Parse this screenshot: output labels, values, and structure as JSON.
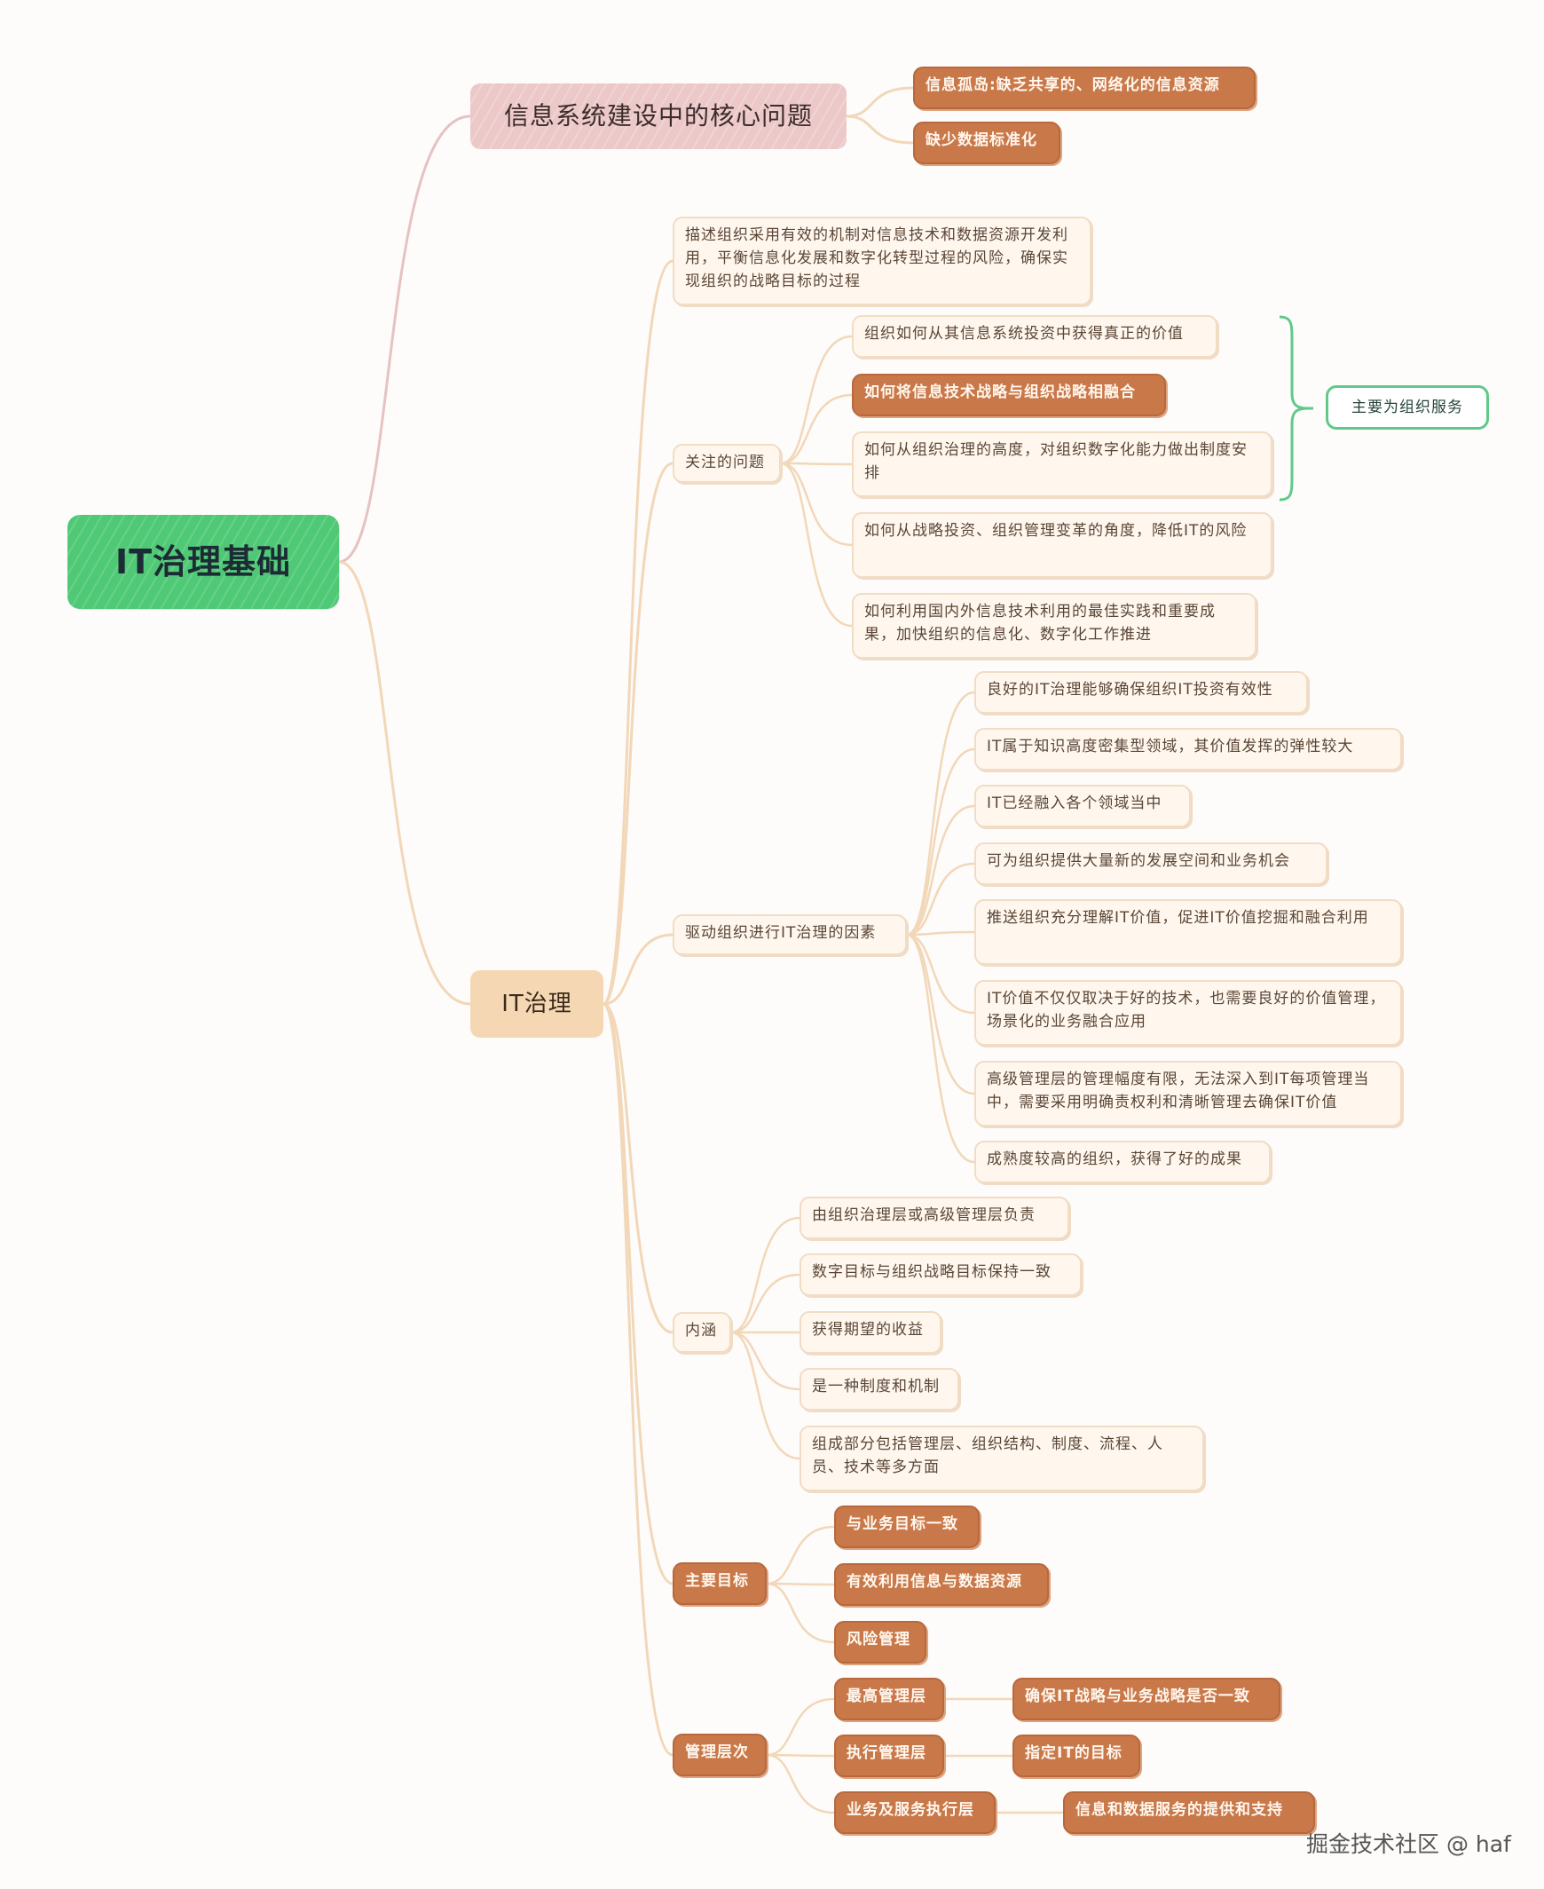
{
  "root": "IT治理基础",
  "core_issues": {
    "title": "信息系统建设中的核心问题",
    "items": [
      "信息孤岛:缺乏共享的、网络化的信息资源",
      "缺少数据标准化"
    ]
  },
  "it_governance": {
    "title": "IT治理",
    "description": "描述组织采用有效的机制对信息技术和数据资源开发利用，平衡信息化发展和数字化转型过程的风险，确保实现组织的战略目标的过程",
    "concerns": {
      "label": "关注的问题",
      "items": [
        "组织如何从其信息系统投资中获得真正的价值",
        "如何将信息技术战略与组织战略相融合",
        "如何从组织治理的高度，对组织数字化能力做出制度安排",
        "如何从战略投资、组织管理变革的角度，降低IT的风险",
        "如何利用国内外信息技术利用的最佳实践和重要成果，加快组织的信息化、数字化工作推进"
      ],
      "summary": "主要为组织服务"
    },
    "drivers": {
      "label": "驱动组织进行IT治理的因素",
      "items": [
        "良好的IT治理能够确保组织IT投资有效性",
        "IT属于知识高度密集型领域，其价值发挥的弹性较大",
        "IT已经融入各个领域当中",
        "可为组织提供大量新的发展空间和业务机会",
        "推送组织充分理解IT价值，促进IT价值挖掘和融合利用",
        "IT价值不仅仅取决于好的技术，也需要良好的价值管理，场景化的业务融合应用",
        "高级管理层的管理幅度有限，无法深入到IT每项管理当中，需要采用明确责权利和清晰管理去确保IT价值",
        "成熟度较高的组织，获得了好的成果"
      ]
    },
    "connotation": {
      "label": "内涵",
      "items": [
        "由组织治理层或高级管理层负责",
        "数字目标与组织战略目标保持一致",
        "获得期望的收益",
        "是一种制度和机制",
        "组成部分包括管理层、组织结构、制度、流程、人员、技术等多方面"
      ]
    },
    "goals": {
      "label": "主要目标",
      "items": [
        "与业务目标一致",
        "有效利用信息与数据资源",
        "风险管理"
      ]
    },
    "levels": {
      "label": "管理层次",
      "items": [
        {
          "name": "最高管理层",
          "duty": "确保IT战略与业务战略是否一致"
        },
        {
          "name": "执行管理层",
          "duty": "指定IT的目标"
        },
        {
          "name": "业务及服务执行层",
          "duty": "信息和数据服务的提供和支持"
        }
      ]
    }
  },
  "watermark": "掘金技术社区 @ haf",
  "colors": {
    "root_green": "#4fc976",
    "pink_node": "#ecc8c8",
    "beige_node": "#f6d7b3",
    "light_node_fill": "#fff7ee",
    "dark_node_fill": "#c97849",
    "branch_line": "#f2d7b8",
    "pink_line": "#e6c2c2",
    "summary_green": "#5fc98a"
  }
}
